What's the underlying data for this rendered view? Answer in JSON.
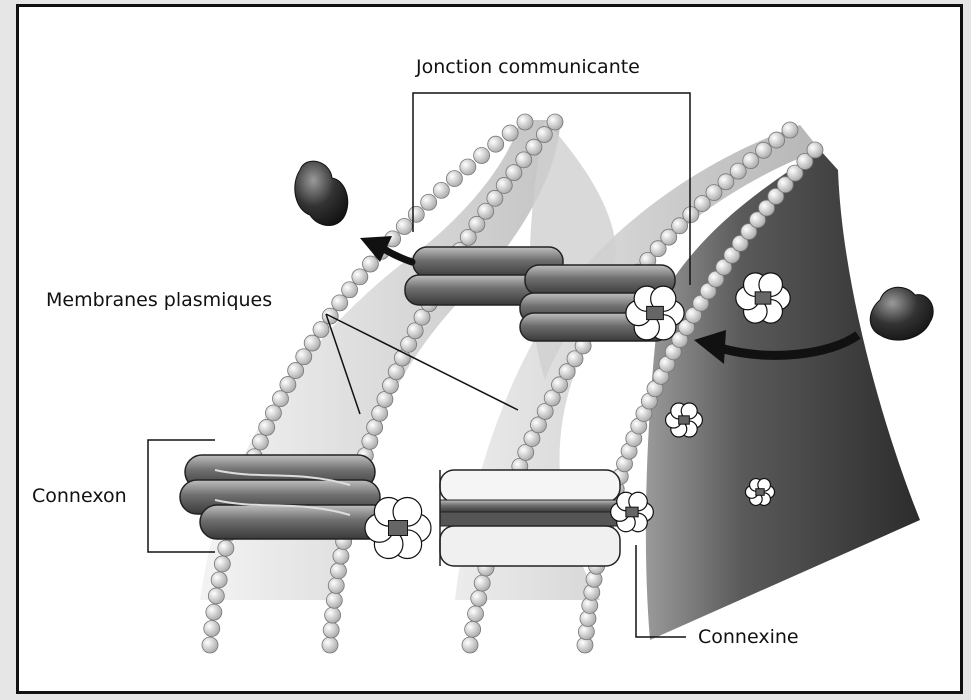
{
  "labels": {
    "gap_junction": "Jonction communicante",
    "membranes": "Membranes plasmiques",
    "connexon": "Connexon",
    "connexin": "Connexine"
  },
  "colors": {
    "cell_dark": "#3f3f3f",
    "cell_mid": "#8a8a8a",
    "lipid_head": "#d2d2d2",
    "channel": "#7a7a7a",
    "molecule": "#222222"
  }
}
